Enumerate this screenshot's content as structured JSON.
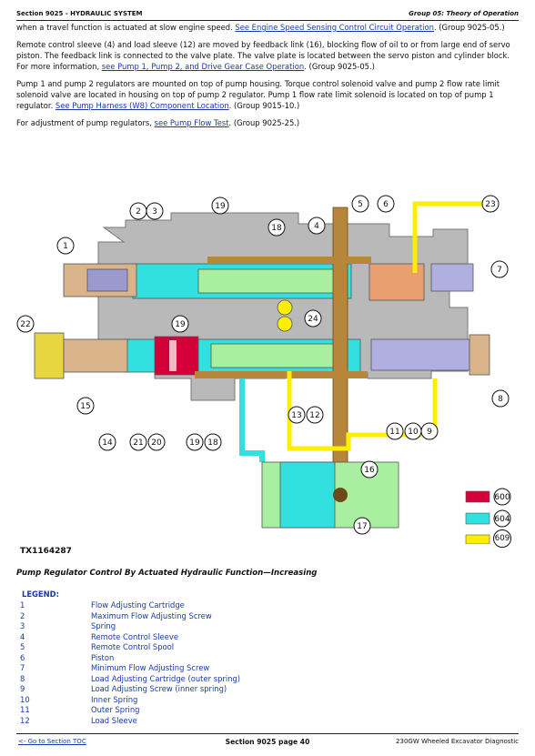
{
  "header": {
    "left": "Section 9025 - HYDRAULIC SYSTEM",
    "right": "Group 05: Theory of Operation"
  },
  "paragraphs": {
    "p1": {
      "a": "when a travel function is actuated at slow engine speed. ",
      "link": "See Engine Speed Sensing Control Circuit Operation",
      "b": ". (Group 9025-05.)"
    },
    "p2": {
      "a": "Remote control sleeve (4) and load sleeve (12) are moved by feedback link (16), blocking flow of oil to or from large end of servo piston. The feedback link is connected to the valve plate. The valve plate is located between the servo piston and cylinder block. For more information, ",
      "link": "see Pump 1, Pump 2, and Drive Gear Case Operation",
      "b": ". (Group 9025-05.)"
    },
    "p3": {
      "a": "Pump 1 and pump 2 regulators are mounted on top of pump housing. Torque control solenoid valve and pump 2 flow rate limit solenoid valve are located in housing on top of pump 2 regulator. Pump 1 flow rate limit solenoid is located on top of pump 1 regulator. ",
      "link": "See Pump Harness (W8) Component Location",
      "b": ". (Group 9015-10.)"
    },
    "p4": {
      "a": "For adjustment of pump regulators, ",
      "link": "see Pump Flow Test",
      "b": ". (Group 9025-25.)"
    }
  },
  "figure": {
    "callouts": [
      "1",
      "2",
      "3",
      "19",
      "18",
      "4",
      "5",
      "6",
      "23",
      "7",
      "22",
      "24",
      "19",
      "15",
      "13",
      "12",
      "11",
      "10",
      "9",
      "8",
      "14",
      "21",
      "20",
      "19",
      "18",
      "16",
      "17"
    ],
    "color_key": [
      {
        "code": "600",
        "color": "#d4003a"
      },
      {
        "code": "604",
        "color": "#33e0e0"
      },
      {
        "code": "609",
        "color": "#ffee00"
      }
    ],
    "code": "TX1164287"
  },
  "caption": "Pump Regulator Control By Actuated Hydraulic Function—Increasing",
  "legend": {
    "title": "LEGEND:",
    "items": [
      {
        "num": "1",
        "label": "Flow Adjusting Cartridge"
      },
      {
        "num": "2",
        "label": "Maximum Flow Adjusting Screw"
      },
      {
        "num": "3",
        "label": "Spring"
      },
      {
        "num": "4",
        "label": "Remote Control Sleeve"
      },
      {
        "num": "5",
        "label": "Remote Control Spool"
      },
      {
        "num": "6",
        "label": "Piston"
      },
      {
        "num": "7",
        "label": "Minimum Flow Adjusting Screw"
      },
      {
        "num": "8",
        "label": "Load Adjusting Cartridge (outer spring)"
      },
      {
        "num": "9",
        "label": "Load Adjusting Screw (inner spring)"
      },
      {
        "num": "10",
        "label": "Inner Spring"
      },
      {
        "num": "11",
        "label": "Outer Spring"
      },
      {
        "num": "12",
        "label": "Load Sleeve"
      }
    ]
  },
  "footer": {
    "left": "<- Go to Section TOC",
    "center": "Section 9025 page 40",
    "right": "230GW Wheeled Excavator Diagnostic"
  }
}
